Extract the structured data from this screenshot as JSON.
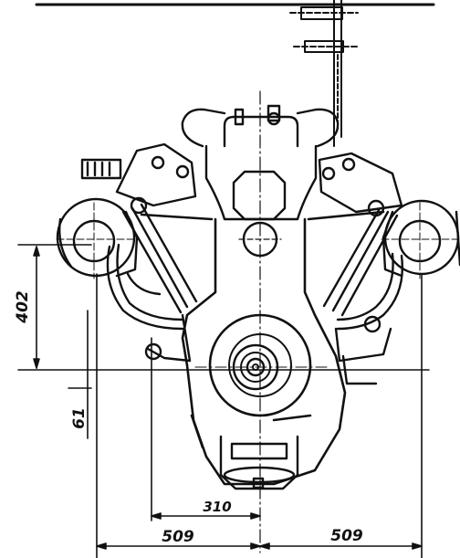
{
  "drawing": {
    "line_color": "#111111",
    "background": "#ffffff",
    "dimensions": {
      "height_402": "402",
      "height_61": "61",
      "half_width_left": "509",
      "half_width_right": "509",
      "offset_310": "310"
    }
  }
}
